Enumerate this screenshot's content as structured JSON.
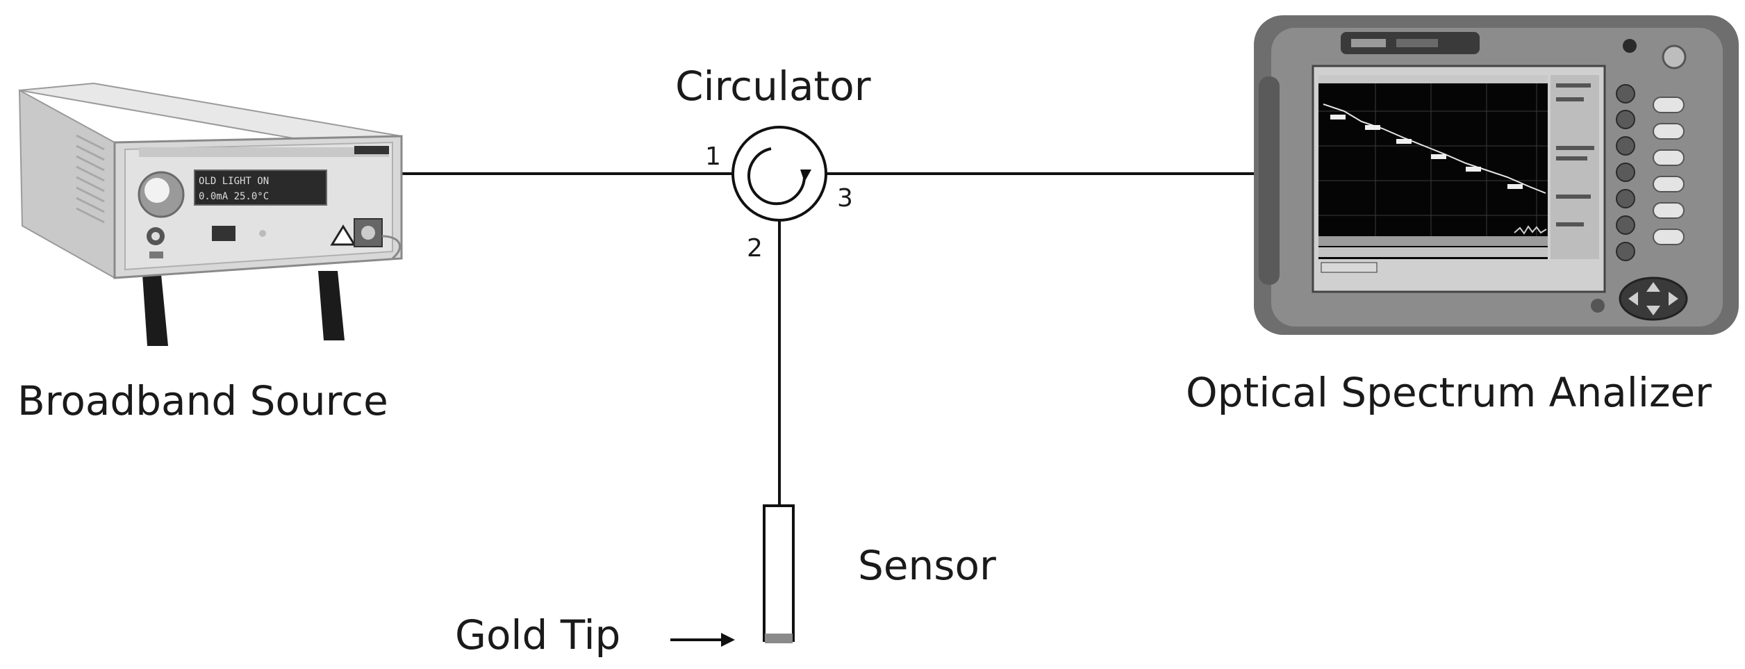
{
  "labels": {
    "circulator": "Circulator",
    "broadband_source": "Broadband Source",
    "optical_spectrum_analyzer": "Optical Spectrum Analizer",
    "sensor": "Sensor",
    "gold_tip": "Gold Tip",
    "port_1": "1",
    "port_2": "2",
    "port_3": "3"
  },
  "device_text": {
    "source_display_line1": "OLD        LIGHT ON",
    "source_display_line2": "0.0mA      25.0°C"
  },
  "colors": {
    "fiber": "#111111",
    "gold_tip": "#8a8a8a",
    "device_body": "#d4d4d4",
    "analyzer_screen": "#050505"
  }
}
